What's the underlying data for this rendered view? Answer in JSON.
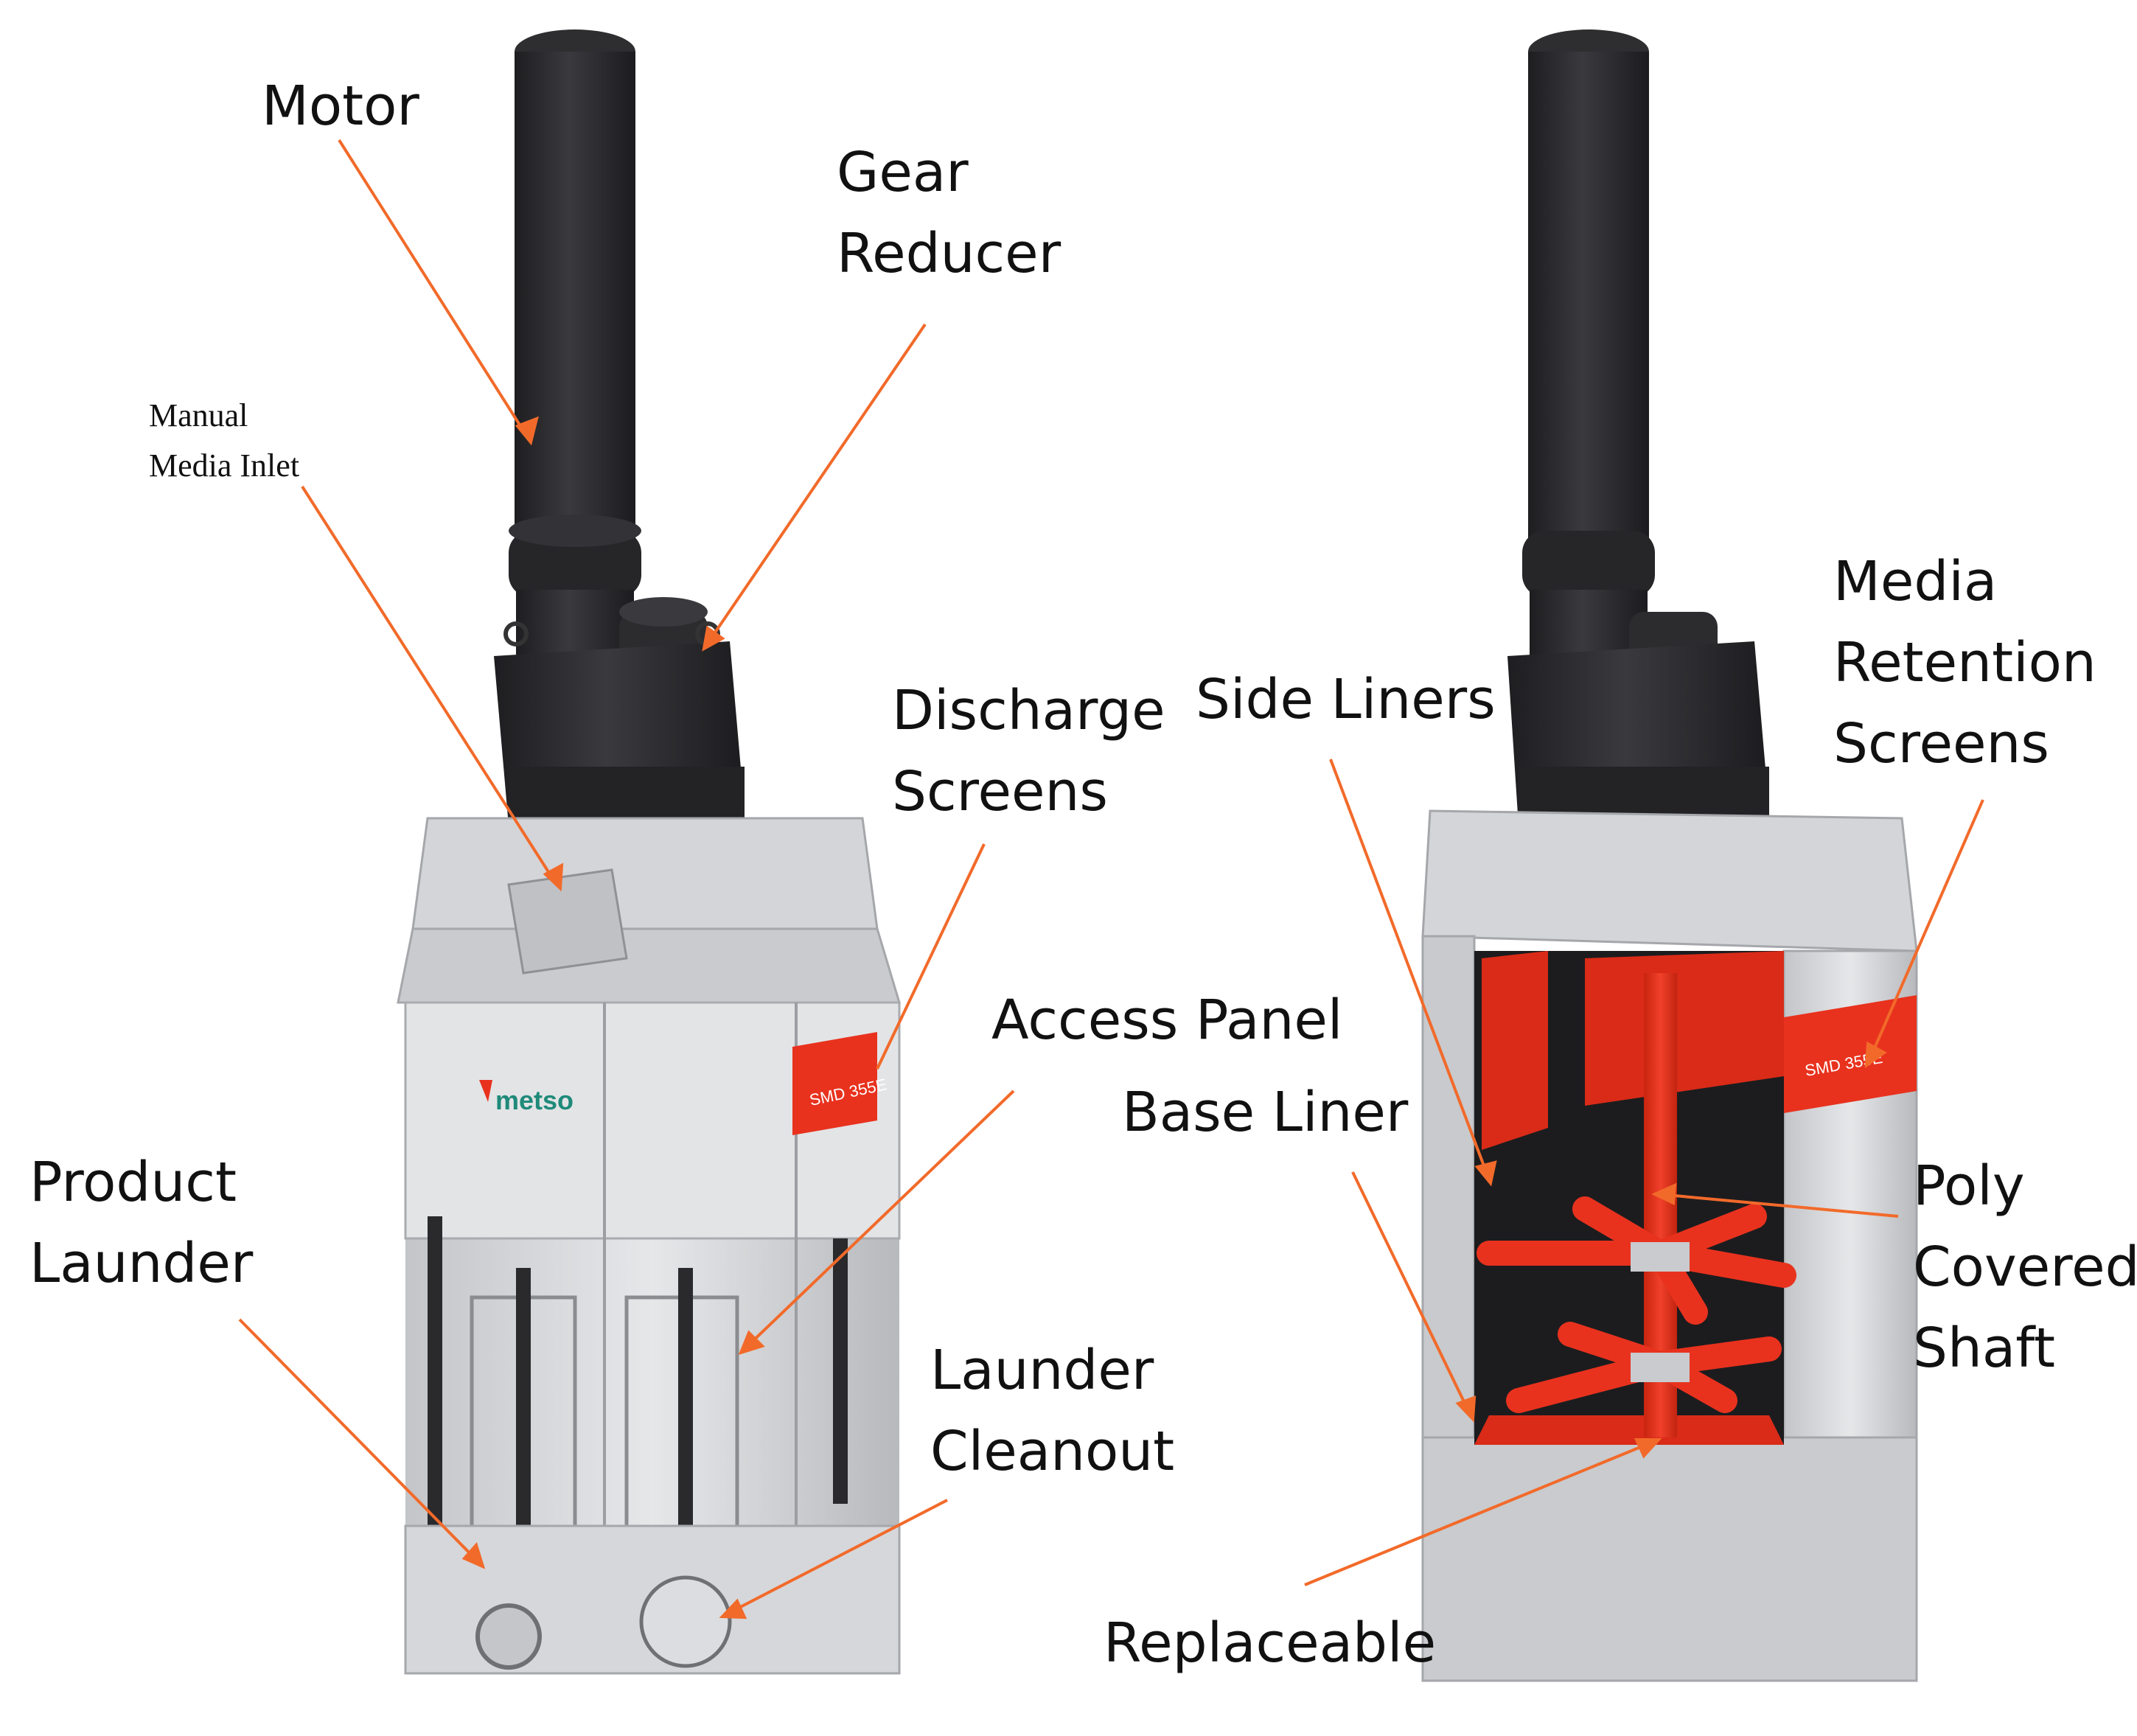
{
  "colors": {
    "dark_metal": "#2b2b2e",
    "steel": "#d9dadc",
    "steel_shadow": "#b5b7bb",
    "accent_red": "#e8321e",
    "leader_orange": "#f26a2a",
    "brand_teal": "#1f8a7a"
  },
  "brand": {
    "logo_text": "metso",
    "panel_code": "SMD 355E"
  },
  "labels": {
    "motor": "Motor",
    "gear_reducer_1": "Gear",
    "gear_reducer_2": "Reducer",
    "manual_media_inlet_1": "Manual",
    "manual_media_inlet_2": "Media Inlet",
    "discharge_screens_1": "Discharge",
    "discharge_screens_2": "Screens",
    "access_panel": "Access Panel",
    "product_launder_1": "Product",
    "product_launder_2": "Launder",
    "launder_cleanout_1": "Launder",
    "launder_cleanout_2": "Cleanout",
    "side_liners": "Side Liners",
    "media_retention_1": "Media",
    "media_retention_2": "Retention",
    "media_retention_3": "Screens",
    "base_liner": "Base Liner",
    "poly_shaft_1": "Poly",
    "poly_shaft_2": "Covered",
    "poly_shaft_3": "Shaft",
    "replaceable": "Replaceable"
  }
}
